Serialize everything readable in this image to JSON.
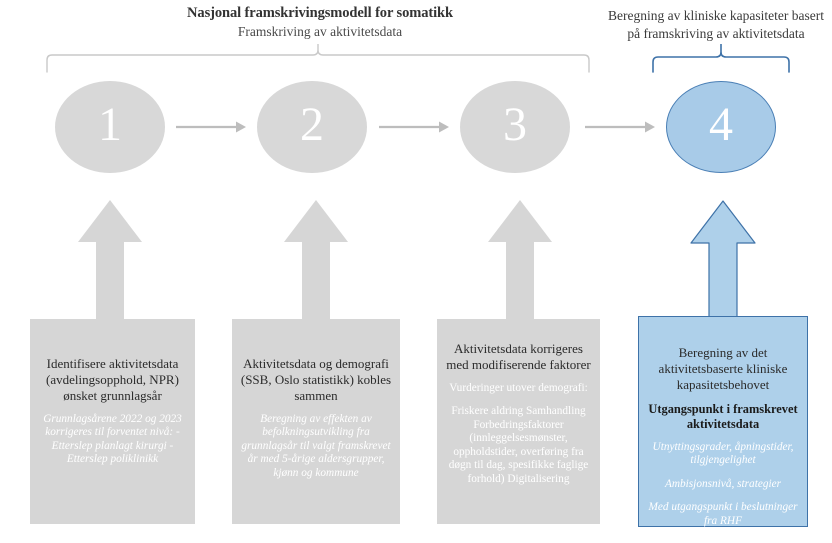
{
  "headings": {
    "left_title": "Nasjonal framskrivingsmodell for somatikk",
    "left_subtitle": "Framskriving av aktivitetsdata",
    "right_line1": "Beregning av kliniske kapasiteter basert",
    "right_line2": "på framskriving av aktivitetsdata"
  },
  "colors": {
    "gray_fill": "#d6d6d6",
    "gray_circle": "#d8d8d8",
    "blue_fill": "#aed0ea",
    "blue_circle": "#a8cbe8",
    "blue_stroke": "#3e72a8",
    "arrow_gray": "#bdbdbd",
    "text_dark": "#2b2b2b",
    "text_white": "#ffffff"
  },
  "steps": [
    {
      "number": "1",
      "title": "Identifisere aktivitetsdata (avdelingsopphold, NPR) ønsket grunnlagsår",
      "notes": [
        {
          "text": "Grunnlagsårene 2022 og 2023 korrigeres til forventet nivå: - Etterslep planlagt kirurgi - Etterslep poliklinikk",
          "style": "italic"
        }
      ]
    },
    {
      "number": "2",
      "title": "Aktivitetsdata og demografi (SSB, Oslo statistikk) kobles sammen",
      "notes": [
        {
          "text": "Beregning av effekten av befolkningsutvikling fra grunnlagsår til valgt framskrevet år med 5-årige aldersgrupper, kjønn og kommune",
          "style": "italic"
        }
      ]
    },
    {
      "number": "3",
      "title": "Aktivitetsdata korrigeres med modifiserende faktorer",
      "notes": [
        {
          "text": "Vurderinger utover demografi:",
          "style": "normal"
        },
        {
          "text": "Friskere aldring Samhandling Forbedringsfaktorer (innleggelsesmønster, oppholdstider, overføring fra døgn til dag, spesifikke faglige forhold) Digitalisering",
          "style": "normal"
        }
      ]
    },
    {
      "number": "4",
      "title": "Beregning av det aktivitetsbaserte kliniske kapasitetsbehovet",
      "bold": "Utgangspunkt i framskrevet aktivitetsdata",
      "notes": [
        {
          "text": "Utnyttingsgrader, åpningstider, tilgjengelighet",
          "style": "italic"
        },
        {
          "text": "Ambisjonsnivå, strategier",
          "style": "italic"
        },
        {
          "text": "Med utgangspunkt i beslutninger fra RHF",
          "style": "italic"
        }
      ]
    }
  ],
  "icons": {
    "flow_arrow": "arrow-right-icon",
    "feed_arrow": "arrow-up-icon",
    "bracket": "bracket-icon"
  }
}
